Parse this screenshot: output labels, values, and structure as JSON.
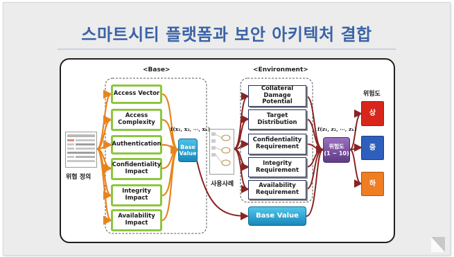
{
  "title": "스마트시티 플랫폼과 보안 아키텍처 결합",
  "sections": {
    "base": "<Base>",
    "environment": "<Environment>"
  },
  "threat_definition_label": "위협 정의",
  "use_case_label": "사용사례",
  "base_metrics": [
    "Access Vector",
    "Access Complexity",
    "Authentication",
    "Confidentiality Impact",
    "Integrity Impact",
    "Availability Impact"
  ],
  "base_formula": "f(x₁, x₂, ⋯, xₖ)",
  "base_value_small": "Base Value",
  "env_metrics": [
    "Collateral Damage Potential",
    "Target Distribution",
    "Confidentiality Requirement",
    "Integrity Requirement",
    "Availability Requirement"
  ],
  "base_value_big": "Base Value",
  "env_formula": "f(z₁, z₂, ⋯, zₖ)",
  "risk_box": {
    "line1": "위험도",
    "line2": "(1 ~ 10)"
  },
  "risk_level_title": "위험도",
  "risk_levels": [
    "상",
    "중",
    "하"
  ],
  "colors": {
    "title": "#3a63a6",
    "metric_border": "#8dc63f",
    "arrow_base": "#e8841e",
    "arrow_env": "#8b2323",
    "high": "#d9261c",
    "mid": "#2e5fbd",
    "low": "#ef7d22"
  }
}
